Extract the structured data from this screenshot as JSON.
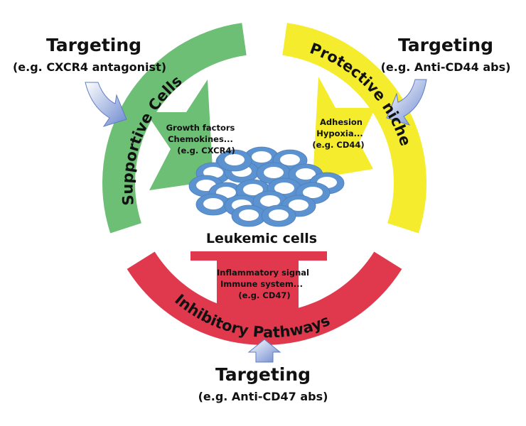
{
  "colors": {
    "supportive": "#6cbf74",
    "protective": "#f4ec2c",
    "inhibitory": "#e0394e",
    "cells": "#5b92cf",
    "arrows": "#7f9bd6"
  },
  "supportive": {
    "label": "Supportive Cells",
    "lines": [
      "Growth factors",
      "Chemokines...",
      "(e.g. CXCR4)"
    ]
  },
  "protective": {
    "label": "Protective niche",
    "lines": [
      "Adhesion",
      "Hypoxia...",
      "(e.g. CD44)"
    ]
  },
  "inhibitory": {
    "label": "Inhibitory Pathways",
    "lines": [
      "Inflammatory signal",
      "Immune system...",
      "(e.g. CD47)"
    ]
  },
  "center": {
    "label": "Leukemic cells"
  },
  "targeting": [
    {
      "title": "Targeting",
      "example": "(e.g. CXCR4 antagonist)"
    },
    {
      "title": "Targeting",
      "example": "(e.g. Anti-CD44 abs)"
    },
    {
      "title": "Targeting",
      "example": "(e.g. Anti-CD47 abs)"
    }
  ]
}
